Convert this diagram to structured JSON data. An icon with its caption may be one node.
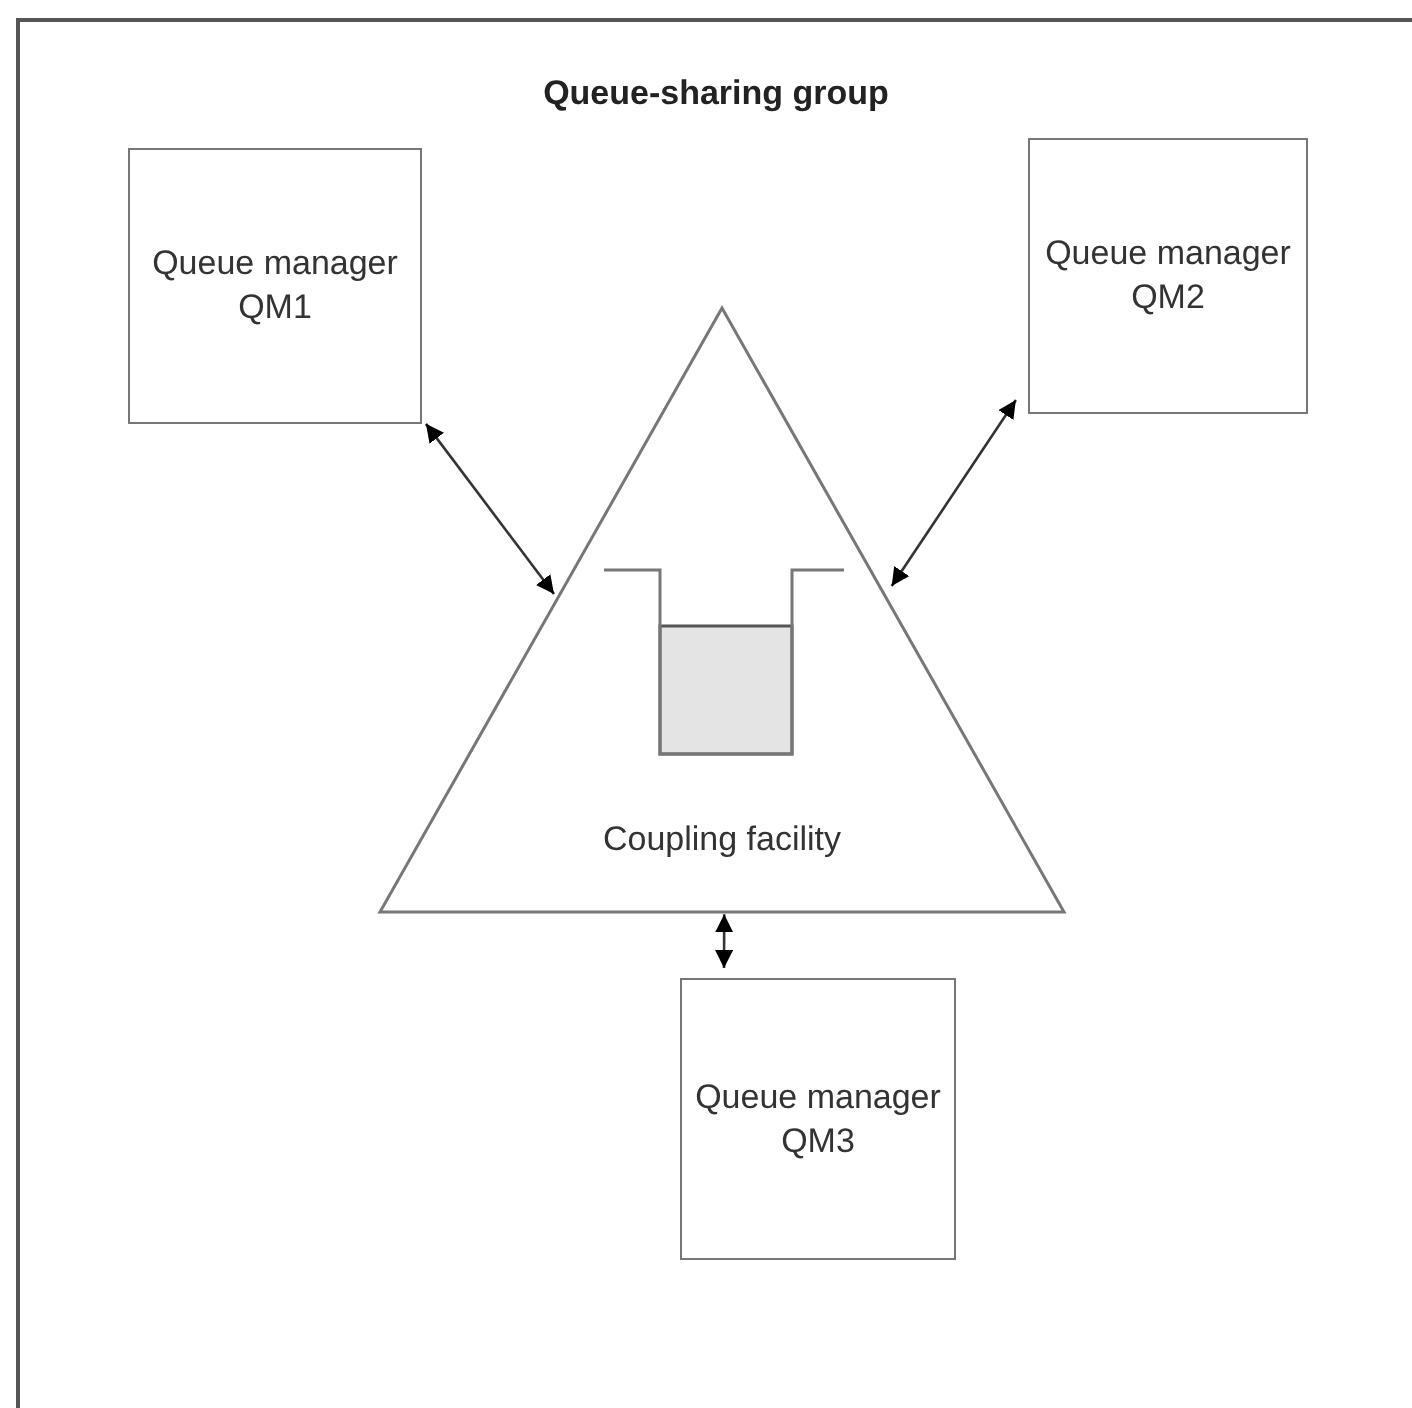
{
  "diagram": {
    "nodes": [
      {
        "text": [
          "Queue-sharing group"
        ]
      },
      {
        "text": [
          "Queue manager QM1"
        ],
        "in": 0
      },
      {
        "text": [
          "Queue manager QM2"
        ],
        "in": 0
      },
      {
        "text": [
          "Coupling facility"
        ],
        "in": 0
      },
      {
        "text": [
          "Queue manager QM3"
        ],
        "in": 0
      }
    ],
    "edges": [
      {
        "from": 1,
        "to": 3,
        "arrow": "both"
      },
      {
        "from": 2,
        "to": 3,
        "arrow": "both"
      },
      {
        "from": 4,
        "to": 3,
        "arrow": "both"
      }
    ]
  }
}
